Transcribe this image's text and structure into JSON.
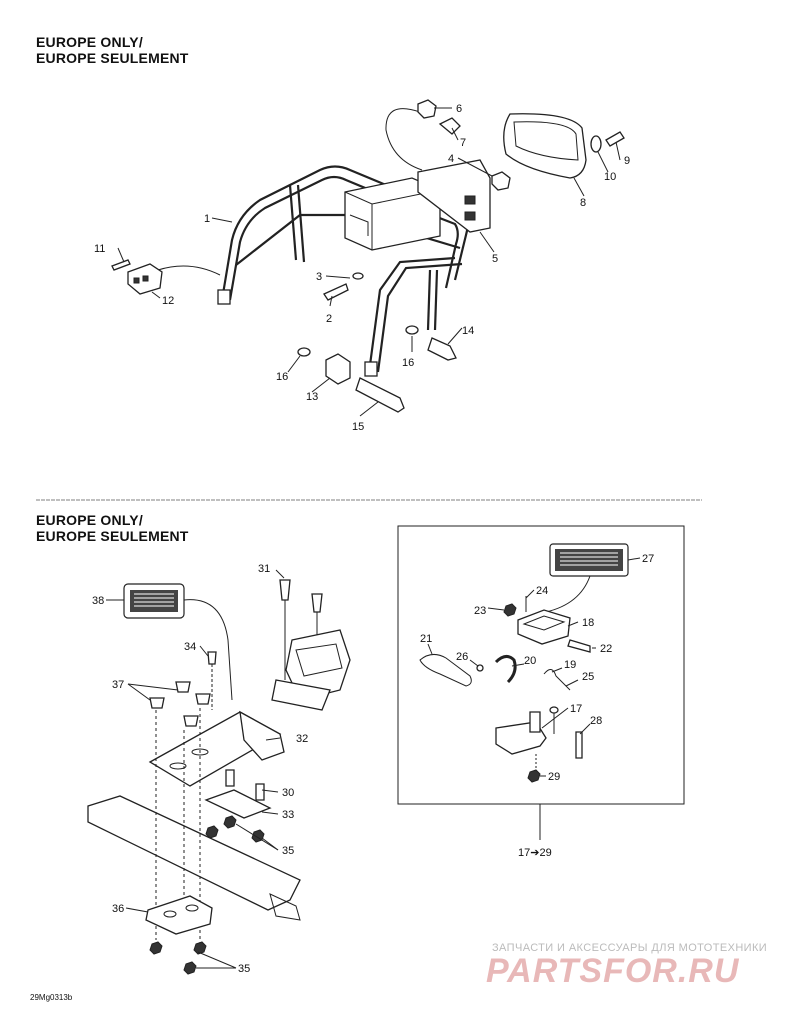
{
  "headers": {
    "top_line1": "EUROPE ONLY/",
    "top_line2": "EUROPE SEULEMENT",
    "bottom_line1": "EUROPE ONLY/",
    "bottom_line2": "EUROPE SEULEMENT"
  },
  "callouts_top": [
    "1",
    "2",
    "3",
    "4",
    "5",
    "6",
    "7",
    "8",
    "9",
    "10",
    "11",
    "12",
    "13",
    "14",
    "15",
    "16",
    "16"
  ],
  "callouts_bottom": [
    "17",
    "18",
    "19",
    "20",
    "21",
    "22",
    "23",
    "24",
    "25",
    "26",
    "27",
    "28",
    "29",
    "30",
    "31",
    "32",
    "33",
    "34",
    "35",
    "35",
    "36",
    "37",
    "38"
  ],
  "range_label": "17➔29",
  "drawing_code": "29Mg0313b",
  "watermark": {
    "line1": "ЗАПЧАСТИ И АКСЕССУАРЫ ДЛЯ МОТОТЕХНИКИ",
    "line2": "PARTSFOR.RU"
  }
}
